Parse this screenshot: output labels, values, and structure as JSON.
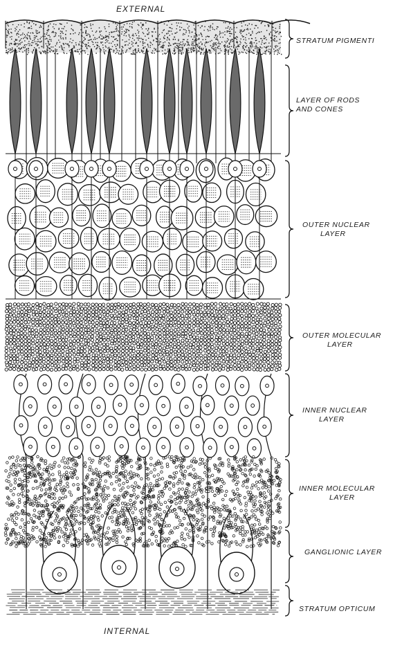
{
  "figure": {
    "top_label": "EXTERNAL",
    "bottom_label": "INTERNAL"
  },
  "layers": [
    {
      "id": "stratum-pigmenti",
      "lines": [
        "STRATUM PIGMENTI"
      ]
    },
    {
      "id": "rods-cones",
      "lines": [
        "LAYER OF RODS",
        "AND CONES"
      ]
    },
    {
      "id": "outer-nuclear",
      "lines": [
        "OUTER NUCLEAR",
        "LAYER"
      ]
    },
    {
      "id": "outer-molecular",
      "lines": [
        "OUTER MOLECULAR",
        "LAYER"
      ]
    },
    {
      "id": "inner-nuclear",
      "lines": [
        "INNER NUCLEAR",
        "LAYER"
      ]
    },
    {
      "id": "inner-molecular",
      "lines": [
        "INNER MOLECULAR",
        "LAYER"
      ]
    },
    {
      "id": "ganglionic",
      "lines": [
        "GANGLIONIC LAYER"
      ]
    },
    {
      "id": "stratum-opticum",
      "lines": [
        "STRATUM OPTICUM"
      ]
    }
  ]
}
